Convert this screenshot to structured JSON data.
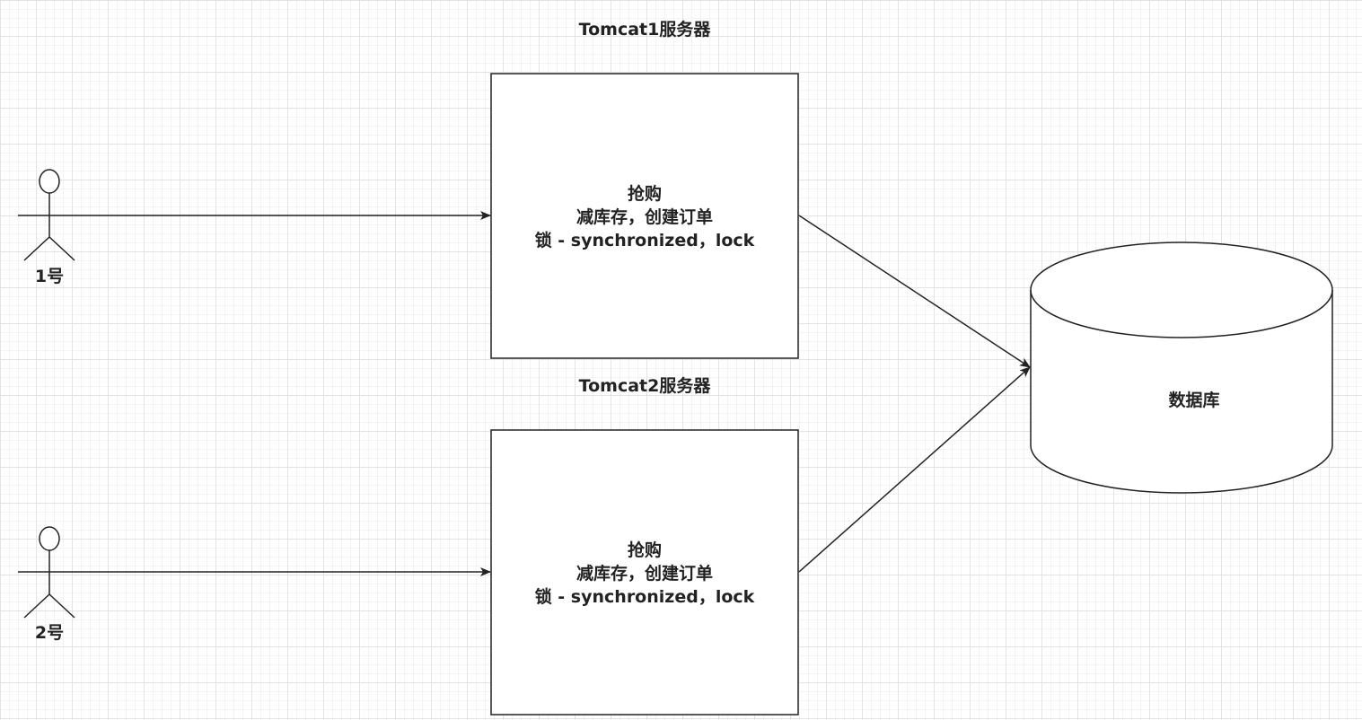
{
  "servers": [
    {
      "title": "Tomcat1服务器",
      "lines": [
        "抢购",
        "减库存，创建订单",
        "锁 - synchronized，lock"
      ]
    },
    {
      "title": "Tomcat2服务器",
      "lines": [
        "抢购",
        "减库存，创建订单",
        "锁 - synchronized，lock"
      ]
    }
  ],
  "users": [
    {
      "label": "1号"
    },
    {
      "label": "2号"
    }
  ],
  "database": {
    "label": "数据库"
  },
  "colors": {
    "stroke": "#222222",
    "grid": "#e3e3e3",
    "background": "#ffffff"
  }
}
